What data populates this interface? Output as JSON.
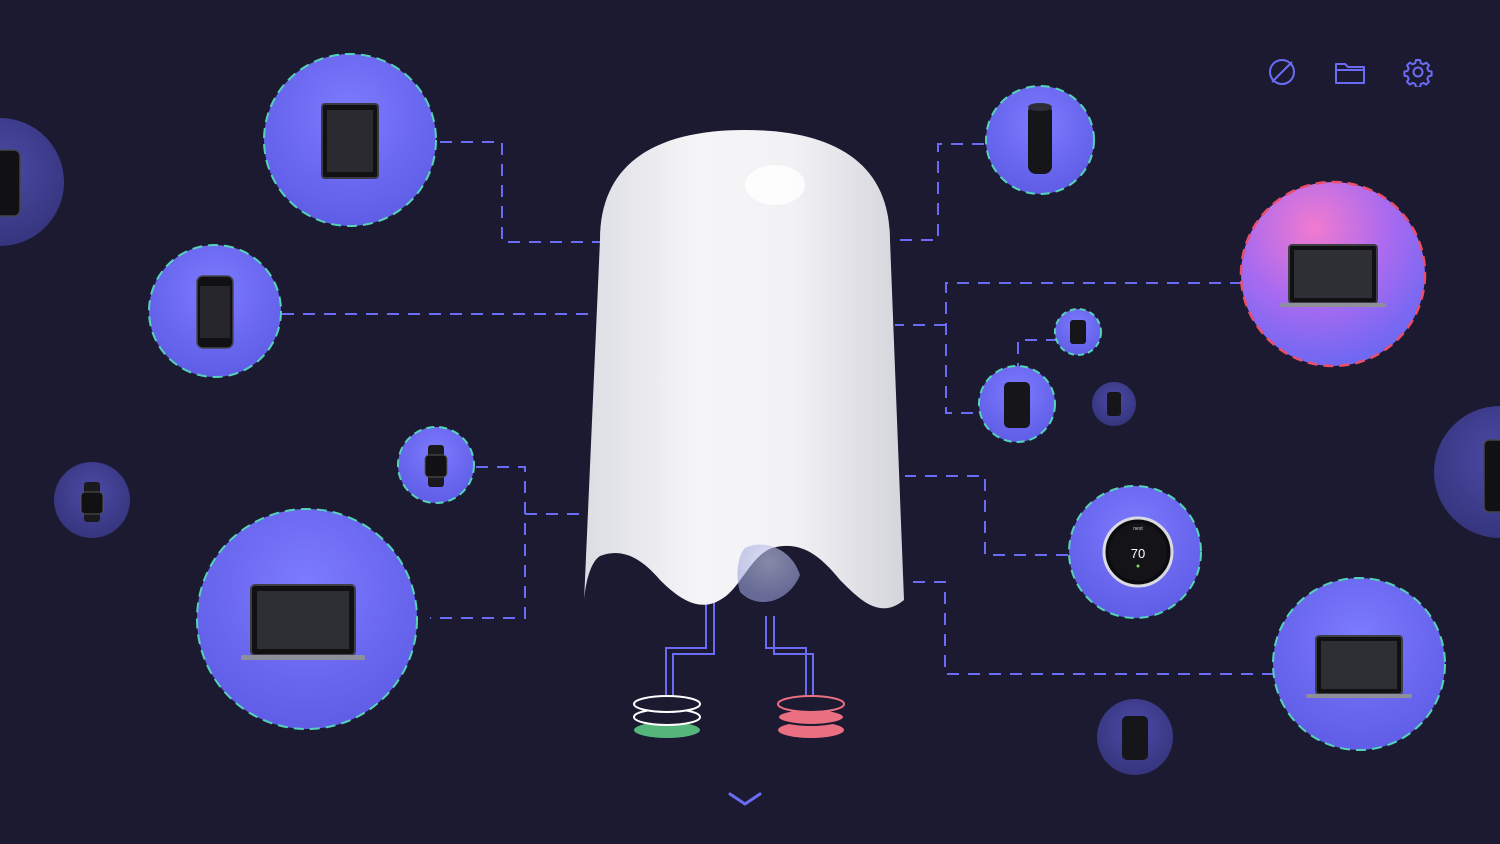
{
  "toolbar": {
    "icons": [
      "disabled-icon",
      "folder-icon",
      "gear-icon"
    ]
  },
  "thermostat": {
    "brand": "nest",
    "temperature": "70"
  },
  "colors": {
    "background": "#1b1a31",
    "node_fill": "#6f6cf6",
    "node_border_default": "#55d3b8",
    "node_border_active": "#ea4f6a",
    "connector": "#6b6cf5",
    "database_green": "#54b67b",
    "database_red": "#ea6f81"
  },
  "devices": [
    "ipad",
    "iphone",
    "apple-watch",
    "macbook",
    "phone-offscreen",
    "watch-small",
    "echo-speaker",
    "macbook-active",
    "tiny-device",
    "sonos-speaker",
    "small-speaker",
    "nest-thermostat",
    "macbook-right",
    "speaker-bottom",
    "device-offscreen-right"
  ]
}
